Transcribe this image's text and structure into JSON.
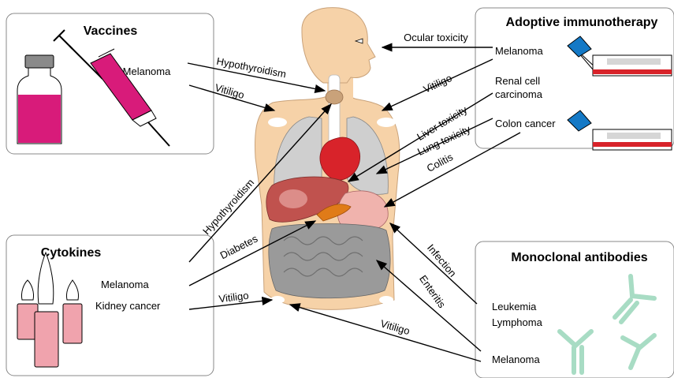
{
  "vaccines": {
    "title": "Vaccines",
    "cancer": "Melanoma",
    "effects": [
      "Hypothyroidism",
      "Vitiligo"
    ]
  },
  "adoptive": {
    "title": "Adoptive immunotherapy",
    "cancers": [
      "Melanoma",
      "Renal cell",
      "carcinoma",
      "Colon cancer"
    ],
    "effects": [
      "Ocular toxicity",
      "Vitiligo",
      "Liver toxicity",
      "Lung toxicity",
      "Colitis"
    ]
  },
  "cytokines": {
    "title": "Cytokines",
    "cancers": [
      "Melanoma",
      "Kidney cancer"
    ],
    "effects": [
      "Hypothyroidism",
      "Diabetes",
      "Vitiligo"
    ]
  },
  "antibodies": {
    "title": "Monoclonal antibodies",
    "cancers": [
      "Leukemia",
      "Lymphoma",
      "Melanoma"
    ],
    "effects": [
      "Infection",
      "Enteritis",
      "Vitiligo"
    ]
  },
  "colors": {
    "skin": "#f6d2a8",
    "vaccine": "#d81b7a",
    "vial": "#f0a3ad",
    "antibody": "#a8dcc4",
    "bag_cap": "#1479c6",
    "bag_stripe": "#d8232a",
    "heart": "#d8232a",
    "liver": "#c0524e",
    "pancreas": "#e07b18",
    "intestine": "#9a9a9a",
    "lung": "#cfcfcf"
  }
}
